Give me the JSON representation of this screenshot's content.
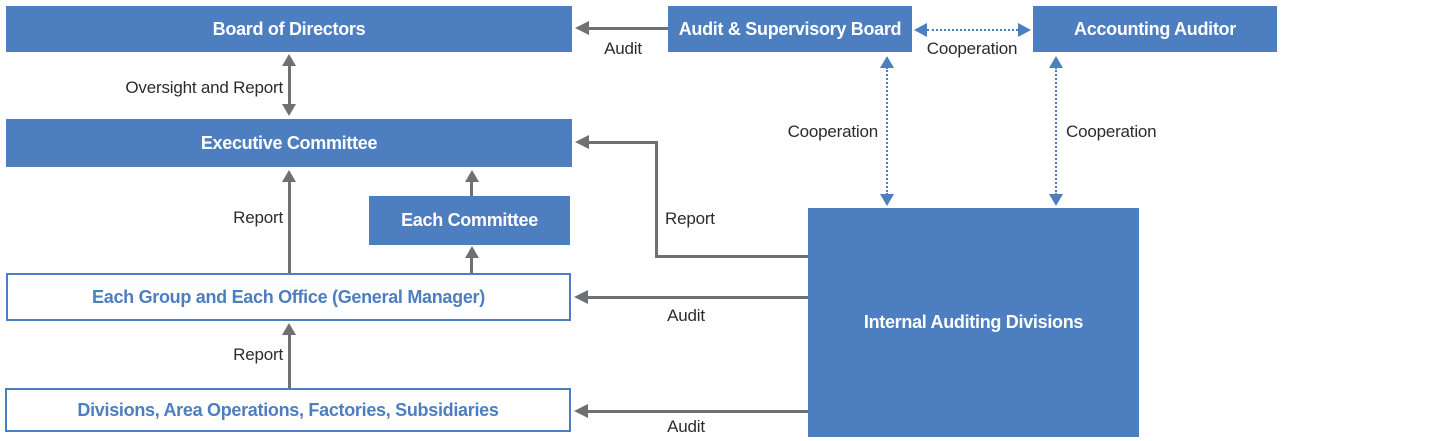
{
  "boxes": {
    "board": "Board of Directors",
    "audit_supervisory": "Audit & Supervisory Board",
    "accounting_auditor": "Accounting Auditor",
    "executive": "Executive Committee",
    "each_committee": "Each Committee",
    "each_group": "Each Group and Each Office (General Manager)",
    "divisions": "Divisions, Area Operations, Factories, Subsidiaries",
    "internal_audit": "Internal Auditing Divisions"
  },
  "labels": {
    "oversight": "Oversight and Report",
    "audit_top": "Audit",
    "cooperation_top": "Cooperation",
    "cooperation_left": "Cooperation",
    "cooperation_right": "Cooperation",
    "report_upper": "Report",
    "report_internal": "Report",
    "audit_mid": "Audit",
    "report_lower": "Report",
    "audit_bottom": "Audit"
  },
  "colors": {
    "box_blue": "#4d7ec0",
    "arrow_gray": "#6e7073",
    "label_dark": "#2d2b2c",
    "dotted_blue": "#4d7ec0",
    "box_text_white": "#ffffff"
  }
}
